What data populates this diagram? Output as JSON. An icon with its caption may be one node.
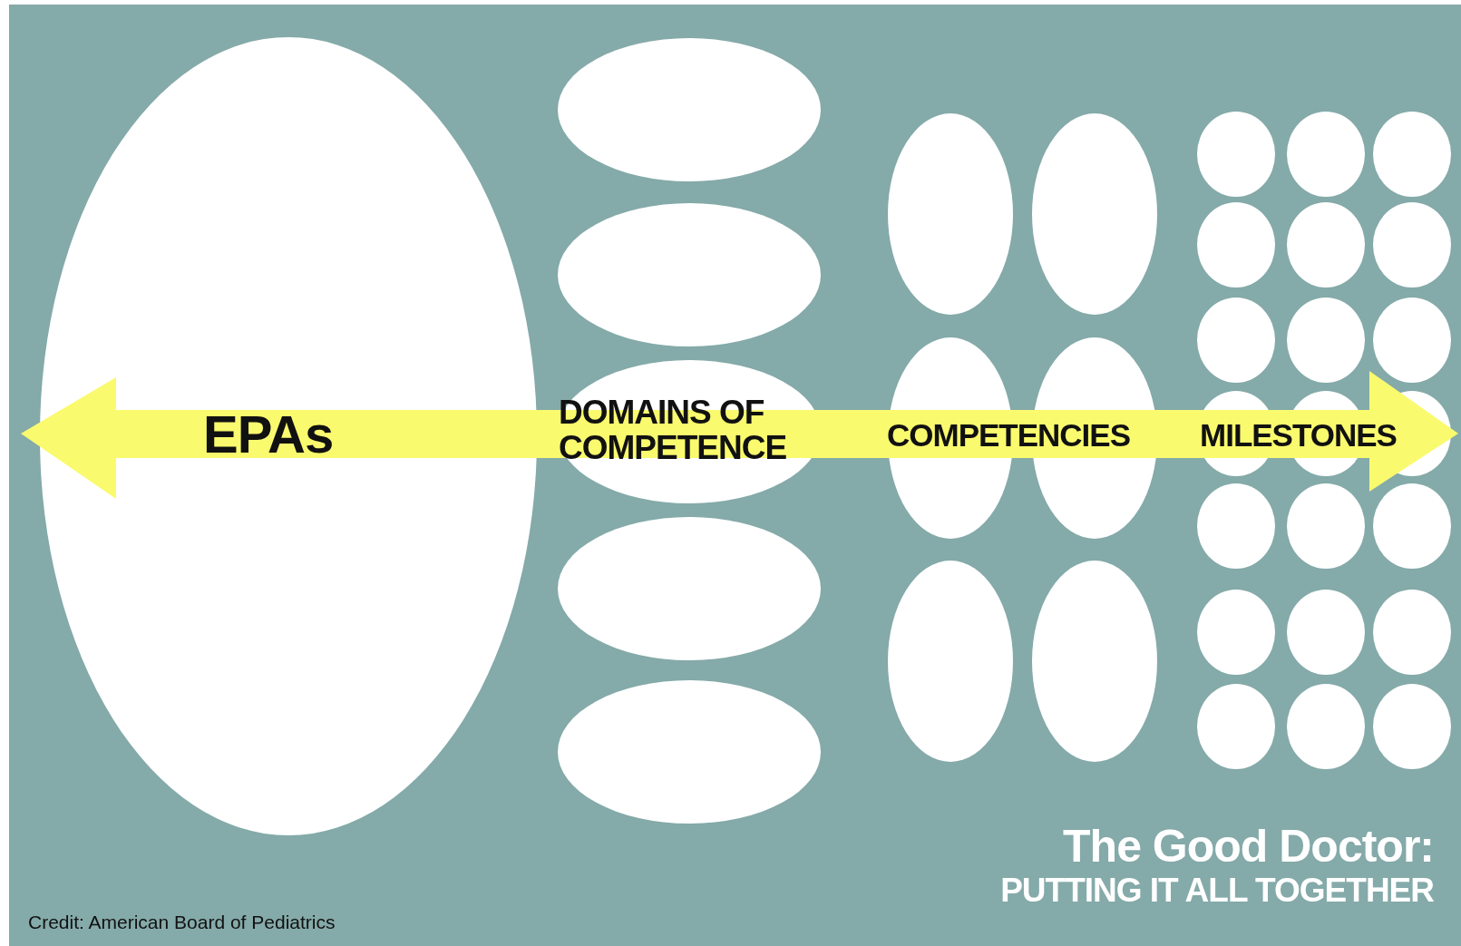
{
  "diagram": {
    "labels": [
      "EPAs",
      "DOMAINS OF COMPETENCE",
      "COMPETENCIES",
      "MILESTONES",
      "The Good Doctor:",
      "PUTTING IT ALL TOGETHER",
      "Credit: American Board of Pediatrics"
    ]
  }
}
